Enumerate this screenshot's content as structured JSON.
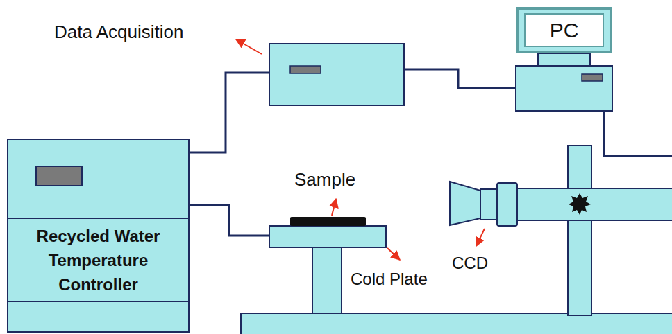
{
  "diagram": {
    "nodes": [
      {
        "text": [
          "Recycled Water Temperature Controller"
        ]
      },
      {
        "text": [
          "PC"
        ]
      }
    ],
    "labels": [
      "Data Acquisition",
      "Sample",
      "Cold Plate",
      "CCD"
    ]
  }
}
